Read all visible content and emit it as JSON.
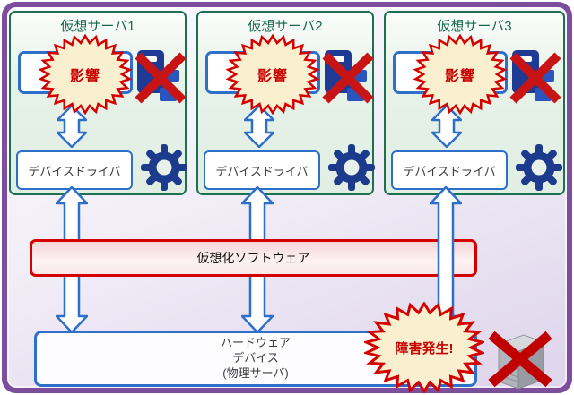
{
  "servers": [
    {
      "title": "仮想サーバ1",
      "impact_label": "影響",
      "driver_label": "デバイスドライバ"
    },
    {
      "title": "仮想サーバ2",
      "impact_label": "影響",
      "driver_label": "デバイスドライバ"
    },
    {
      "title": "仮想サーバ3",
      "impact_label": "影響",
      "driver_label": "デバイスドライバ"
    }
  ],
  "virtualization": {
    "label": "仮想化ソフトウェア"
  },
  "hardware": {
    "line1": "ハードウェア",
    "line2": "デバイス",
    "line3": "(物理サーバ)"
  },
  "failure": {
    "label": "障害発生!"
  },
  "colors": {
    "frame_purple": "#7C4E9B",
    "panel_green_border": "#1C7150",
    "panel_title_green": "#16684B",
    "blue_accent": "#2E6FC9",
    "red_accent": "#D40000",
    "burst_fill": "#FAF0D0",
    "icon_navy": "#1E3A94",
    "cross_red": "#C81414"
  }
}
